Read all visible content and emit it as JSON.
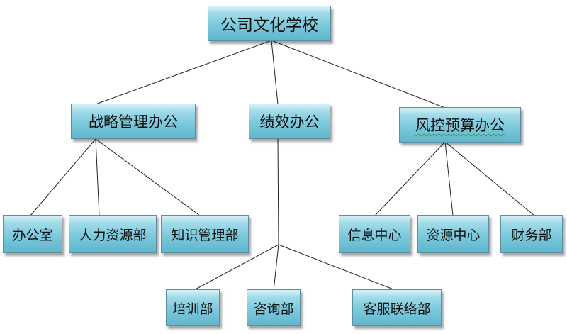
{
  "diagram": {
    "root": "公司文化学校",
    "offices": [
      {
        "label": "战略管理办公",
        "departments": [
          "办公室",
          "人力资源部",
          "知识管理部"
        ]
      },
      {
        "label": "绩效办公",
        "departments": [
          "培训部",
          "咨询部",
          "客服联络部"
        ]
      },
      {
        "label": "风控预算办公",
        "departments": [
          "信息中心",
          "资源中心",
          "财务部"
        ]
      }
    ]
  }
}
